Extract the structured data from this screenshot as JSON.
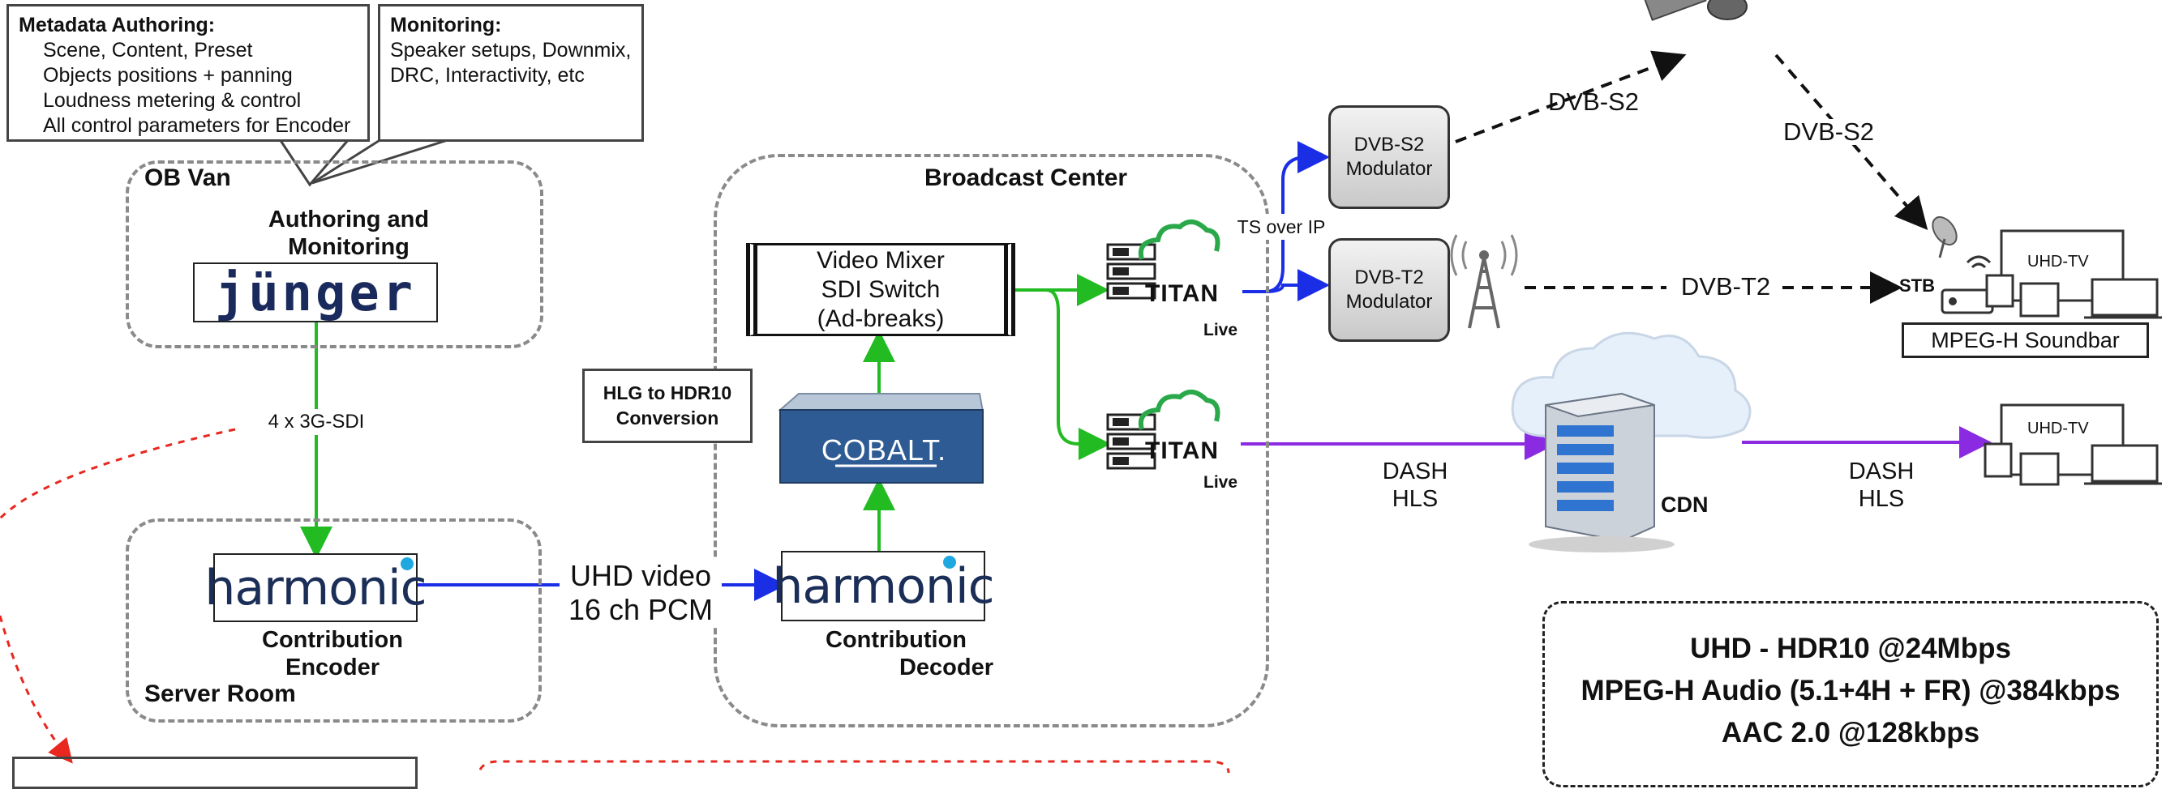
{
  "callouts": {
    "authoring": {
      "title": "Metadata Authoring:",
      "lines": [
        "Scene, Content, Preset",
        "Objects positions + panning",
        "Loudness metering & control",
        "All control parameters for Encoder"
      ]
    },
    "monitoring": {
      "title": "Monitoring:",
      "lines": [
        "Speaker setups, Downmix,",
        "DRC, Interactivity, etc"
      ]
    },
    "hlg": [
      "HLG to HDR10",
      "Conversion"
    ]
  },
  "groups": {
    "ob_van": "OB Van",
    "broadcast_center": "Broadcast Center",
    "server_room": "Server Room"
  },
  "nodes": {
    "authoring": [
      "Authoring and",
      "Monitoring"
    ],
    "junger_logo": "jünger",
    "harmonic_logo": "harmonic",
    "encoder": [
      "Contribution",
      "Encoder"
    ],
    "decoder": [
      "Contribution",
      "Decoder"
    ],
    "video_mixer": [
      "Video Mixer",
      "SDI Switch",
      "(Ad-breaks)"
    ],
    "cobalt_logo": "COBALT.",
    "titan": "TITAN",
    "titan_live": "Live",
    "dvb_s2_mod": [
      "DVB-S2",
      "Modulator"
    ],
    "dvb_t2_mod": [
      "DVB-T2",
      "Modulator"
    ],
    "stb": "STB",
    "uhd_tv": "UHD-TV",
    "soundbar": "MPEG-H Soundbar",
    "cdn": "CDN"
  },
  "links": {
    "sdi": "4 x 3G-SDI",
    "uhd_video": [
      "UHD video",
      "16 ch PCM"
    ],
    "ts_over_ip": "TS over IP",
    "dvb_s2": "DVB-S2",
    "dvb_t2": "DVB-T2",
    "dash_hls": [
      "DASH",
      "HLS"
    ]
  },
  "specs": [
    "UHD - HDR10 @24Mbps",
    "MPEG-H Audio (5.1+4H + FR) @384kbps",
    "AAC 2.0 @128kbps"
  ],
  "colors": {
    "green_link": "#22bb22",
    "blue_link": "#1a2ee6",
    "purple_link": "#8a2be2",
    "red_dashed": "#e8271f",
    "group_border": "#8a8a8a",
    "titan_cloud": "#2aa84a"
  }
}
